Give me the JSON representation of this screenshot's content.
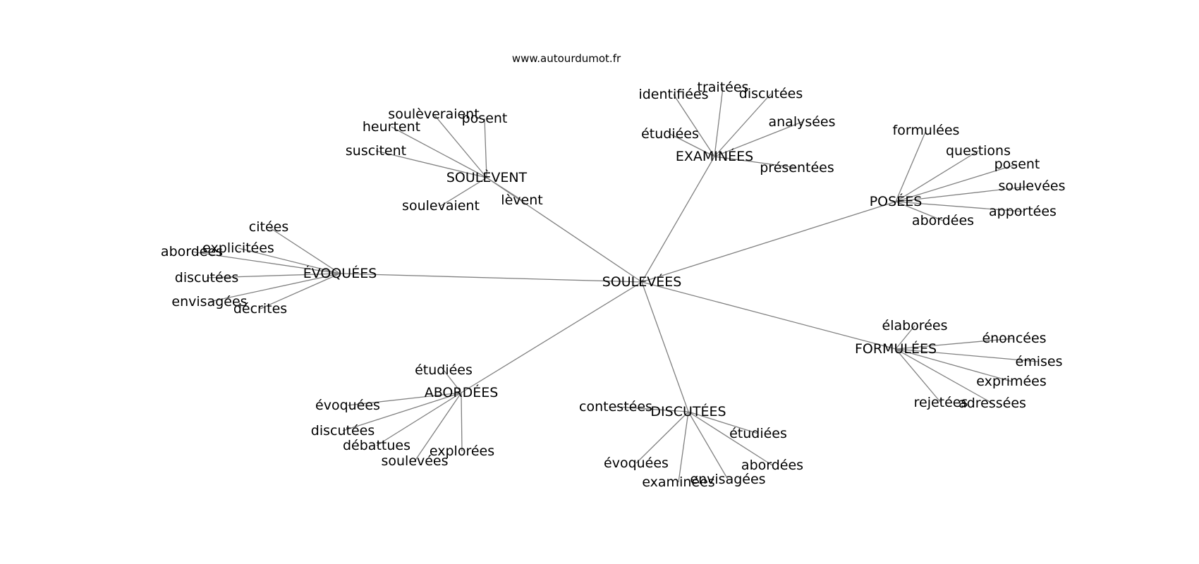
{
  "source_label": "www.autourdumot.fr",
  "root": "SOULEVÉES",
  "nodes": [
    {
      "id": "root",
      "label": "SOULEVÉES",
      "parent": null
    },
    {
      "id": "souleventHub",
      "label": "SOULÈVENT",
      "parent": "root"
    },
    {
      "id": "souleveraient",
      "label": "soulèveraient",
      "parent": "souleventHub"
    },
    {
      "id": "heurtent",
      "label": "heurtent",
      "parent": "souleventHub"
    },
    {
      "id": "posentA",
      "label": "posent",
      "parent": "souleventHub"
    },
    {
      "id": "suscitent",
      "label": "suscitent",
      "parent": "souleventHub"
    },
    {
      "id": "soulevaient",
      "label": "soulevaient",
      "parent": "souleventHub"
    },
    {
      "id": "levent",
      "label": "lèvent",
      "parent": "souleventHub"
    },
    {
      "id": "examineesHub",
      "label": "EXAMINÉES",
      "parent": "root"
    },
    {
      "id": "identifiees",
      "label": "identifiées",
      "parent": "examineesHub"
    },
    {
      "id": "traitees",
      "label": "traitées",
      "parent": "examineesHub"
    },
    {
      "id": "discuteesA",
      "label": "discutées",
      "parent": "examineesHub"
    },
    {
      "id": "analysees",
      "label": "analysées",
      "parent": "examineesHub"
    },
    {
      "id": "etudieesA",
      "label": "étudiées",
      "parent": "examineesHub"
    },
    {
      "id": "presentees",
      "label": "présentées",
      "parent": "examineesHub"
    },
    {
      "id": "poseesHub",
      "label": "POSÉES",
      "parent": "root"
    },
    {
      "id": "formulees",
      "label": "formulées",
      "parent": "poseesHub"
    },
    {
      "id": "questions",
      "label": "questions",
      "parent": "poseesHub"
    },
    {
      "id": "posentB",
      "label": "posent",
      "parent": "poseesHub"
    },
    {
      "id": "souleveesB",
      "label": "soulevées",
      "parent": "poseesHub"
    },
    {
      "id": "apportees",
      "label": "apportées",
      "parent": "poseesHub"
    },
    {
      "id": "aborddeesB",
      "label": "abordées",
      "parent": "poseesHub"
    },
    {
      "id": "evoqueesHub",
      "label": "ÉVOQUÉES",
      "parent": "root"
    },
    {
      "id": "citees",
      "label": "citées",
      "parent": "evoqueesHub"
    },
    {
      "id": "explicitees",
      "label": "explicitées",
      "parent": "evoqueesHub"
    },
    {
      "id": "abordeesC",
      "label": "abordées",
      "parent": "evoqueesHub"
    },
    {
      "id": "discuteesC",
      "label": "discutées",
      "parent": "evoqueesHub"
    },
    {
      "id": "envisageesC",
      "label": "envisagées",
      "parent": "evoqueesHub"
    },
    {
      "id": "decrites",
      "label": "décrites",
      "parent": "evoqueesHub"
    },
    {
      "id": "formuleesHub",
      "label": "FORMULÉES",
      "parent": "root"
    },
    {
      "id": "elaborees",
      "label": "élaborées",
      "parent": "formuleesHub"
    },
    {
      "id": "enoncees",
      "label": "énoncées",
      "parent": "formuleesHub"
    },
    {
      "id": "emises",
      "label": "émises",
      "parent": "formuleesHub"
    },
    {
      "id": "exprimees",
      "label": "exprimées",
      "parent": "formuleesHub"
    },
    {
      "id": "rejetees",
      "label": "rejetées",
      "parent": "formuleesHub"
    },
    {
      "id": "adressees",
      "label": "adressées",
      "parent": "formuleesHub"
    },
    {
      "id": "abordeesHub",
      "label": "ABORDÉES",
      "parent": "root"
    },
    {
      "id": "etudieesD",
      "label": "étudiées",
      "parent": "abordeesHub"
    },
    {
      "id": "evoqueesD",
      "label": "évoquées",
      "parent": "abordeesHub"
    },
    {
      "id": "discuteesD",
      "label": "discutées",
      "parent": "abordeesHub"
    },
    {
      "id": "debattues",
      "label": "débattues",
      "parent": "abordeesHub"
    },
    {
      "id": "souleveesD",
      "label": "soulevées",
      "parent": "abordeesHub"
    },
    {
      "id": "explorees",
      "label": "explorées",
      "parent": "abordeesHub"
    },
    {
      "id": "discuteesHub",
      "label": "DISCUTÉES",
      "parent": "root"
    },
    {
      "id": "contestees",
      "label": "contestées",
      "parent": "discuteesHub"
    },
    {
      "id": "etudieesE",
      "label": "étudiées",
      "parent": "discuteesHub"
    },
    {
      "id": "abordeesE",
      "label": "abordées",
      "parent": "discuteesHub"
    },
    {
      "id": "evoqueesE",
      "label": "évoquées",
      "parent": "discuteesHub"
    },
    {
      "id": "examineesE",
      "label": "examinées",
      "parent": "discuteesHub"
    },
    {
      "id": "envisageesE",
      "label": "envisagées",
      "parent": "discuteesHub"
    }
  ]
}
